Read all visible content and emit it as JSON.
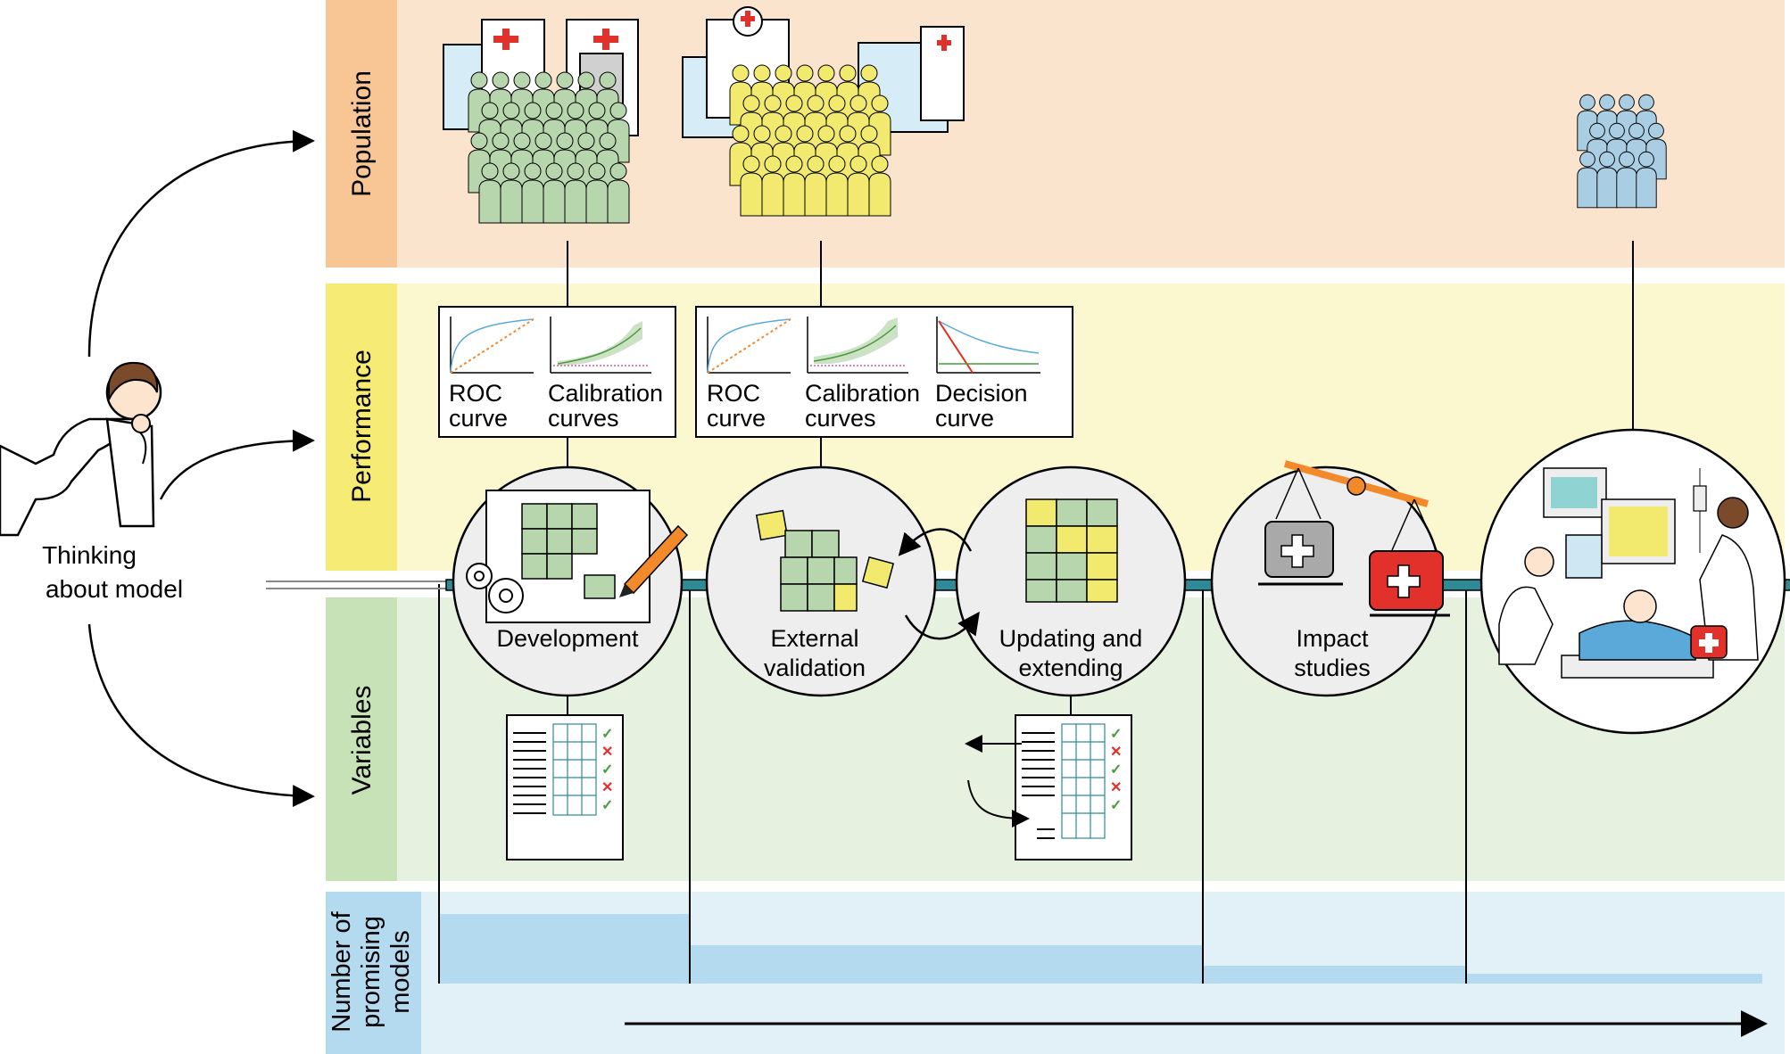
{
  "lanes": {
    "population": "Population",
    "performance": "Performance",
    "variables": "Variables",
    "promising": [
      "Number of",
      "promising",
      "models"
    ]
  },
  "thinking": [
    "Thinking",
    "about model"
  ],
  "stages": {
    "development": [
      "Development"
    ],
    "external_validation": [
      "External",
      "validation"
    ],
    "updating": [
      "Updating and",
      "extending"
    ],
    "impact": [
      "Impact",
      "studies"
    ]
  },
  "perf_box_1": {
    "roc": [
      "ROC",
      "curve"
    ],
    "calibration": [
      "Calibration",
      "curves"
    ]
  },
  "perf_box_2": {
    "roc": [
      "ROC",
      "curve"
    ],
    "calibration": [
      "Calibration",
      "curves"
    ],
    "decision": [
      "Decision",
      "curve"
    ]
  },
  "colors": {
    "population_band": "#fbe4cd",
    "population_tab": "#f8c594",
    "performance_band": "#fbf8cf",
    "performance_tab": "#f6ec75",
    "variables_band": "#e7f1df",
    "variables_tab": "#c6e2b6",
    "promising_band": "#e2f0f8",
    "promising_tab": "#b3daee",
    "green_people": "#b7d6ad",
    "yellow_people": "#f1ea6f",
    "blue_people": "#a9cde2",
    "timeline": "#2d8a96"
  },
  "icons": [
    "woman-thinking-icon",
    "hospital-icon",
    "people-group-icon",
    "puzzle-icon",
    "gear-icon",
    "pencil-icon",
    "checklist-icon",
    "scale-icon",
    "medical-bag-icon",
    "clinic-scene-icon",
    "roc-curve-icon",
    "calibration-curve-icon",
    "decision-curve-icon"
  ]
}
